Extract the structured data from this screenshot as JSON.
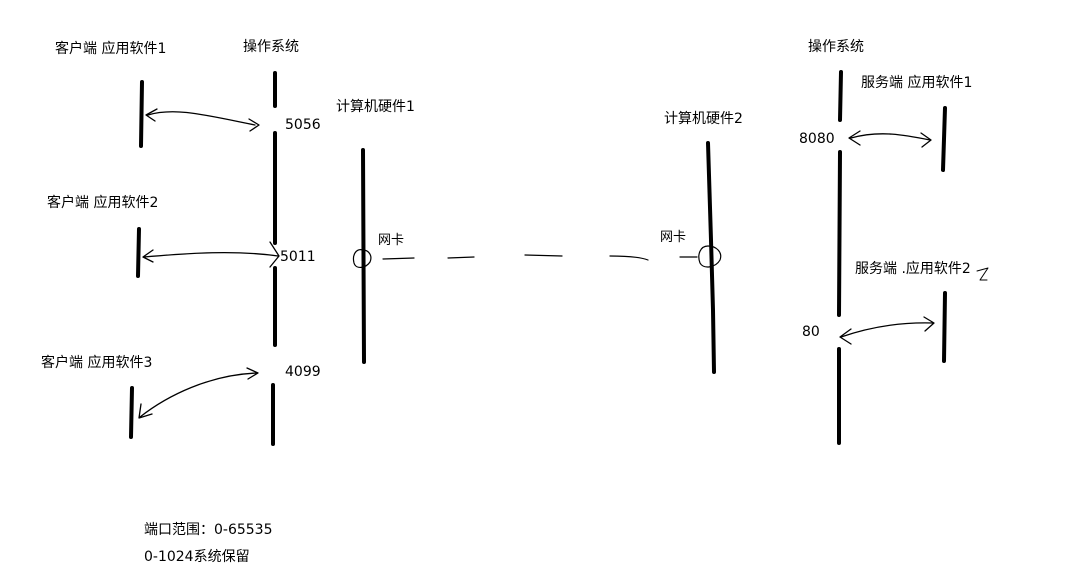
{
  "colors": {
    "ink": "#000000",
    "background": "#ffffff"
  },
  "clients": [
    {
      "label": "客户端 应用软件1",
      "port": "5056"
    },
    {
      "label": "客户端  应用软件2",
      "port": "5011"
    },
    {
      "label": "客户端  应用软件3",
      "port": "4099"
    }
  ],
  "left_os_label": "操作系统",
  "left_hardware_label": "计算机硬件1",
  "left_nic_label": "网卡",
  "right_hardware_label": "计算机硬件2",
  "right_nic_label": "网卡",
  "right_os_label": "操作系统",
  "servers": [
    {
      "label": "服务端 应用软件1",
      "port": "8080"
    },
    {
      "label": "服务端 .应用软件2",
      "port": "80"
    }
  ],
  "notes": {
    "port_range": "端口范围：0-65535",
    "reserved": "0-1024系统保留"
  }
}
